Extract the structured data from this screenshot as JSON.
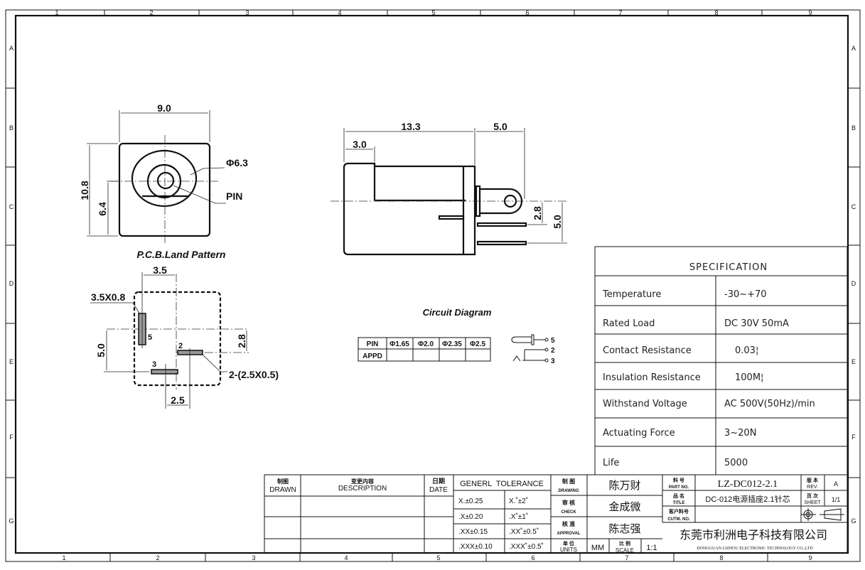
{
  "frame": {
    "zones_top": [
      "1",
      "2",
      "3",
      "4",
      "5",
      "6",
      "7",
      "8",
      "9"
    ],
    "zones_bottom": [
      "1",
      "2",
      "3",
      "4",
      "5",
      "6",
      "7",
      "8",
      "9"
    ],
    "zones_side": [
      "A",
      "B",
      "C",
      "D",
      "E",
      "F",
      "G"
    ]
  },
  "pcb_land_pattern": {
    "caption": "P.C.B.Land Pattern",
    "width_dim": "9.0",
    "height_dim": "10.8",
    "center_dim": "6.4",
    "diameter_label": "Φ6.3",
    "pin_label": "PIN"
  },
  "side_view": {
    "length_dim": "13.3",
    "tab_dim": "5.0",
    "step_dim": "3.0",
    "pin_offset_dim": "2.8",
    "pin_span_dim": "5.0"
  },
  "footprint": {
    "pad_label": "3.5X0.8",
    "pad_pitch_dim": "3.5",
    "vertical_dim": "5.0",
    "offset_dim": "2.8",
    "bottom_dim": "2.5",
    "pads_label": "2-(2.5X0.5)",
    "pins": [
      "5",
      "2",
      "3"
    ]
  },
  "circuit_diagram": {
    "caption": "Circuit Diagram",
    "table": {
      "row_headers": [
        "PIN",
        "APPD"
      ],
      "columns": [
        "Φ1.65",
        "Φ2.0",
        "Φ2.35",
        "Φ2.5"
      ]
    },
    "terminals": [
      "5",
      "2",
      "3"
    ]
  },
  "specification": {
    "title": "SPECIFICATION",
    "rows": [
      {
        "label": "Temperature",
        "value": "-30~+70"
      },
      {
        "label": "Rated Load",
        "value": "DC 30V 50mA"
      },
      {
        "label": "Contact Resistance",
        "value": "0.03¦"
      },
      {
        "label": "Insulation Resistance",
        "value": "100M¦"
      },
      {
        "label": "Withstand Voltage",
        "value": "AC 500V(50Hz)/min"
      },
      {
        "label": "Actuating Force",
        "value": "3~20N"
      },
      {
        "label": "Life",
        "value": "5000"
      }
    ]
  },
  "title_block": {
    "revision_headers": {
      "drawn_cn": "制图",
      "drawn": "DRAWN",
      "desc_cn": "变更内容",
      "desc": "DESCRIPTION",
      "date_cn": "日期",
      "date": "DATE"
    },
    "tolerance_title": "GENERL  TOLERANCE",
    "tolerances": [
      {
        "linear": "X.±0.25",
        "angular": "X.˚±2˚"
      },
      {
        "linear": ".X±0.20",
        "angular": ".X˚±1˚"
      },
      {
        "linear": ".XX±0.15",
        "angular": ".XX˚±0.5˚"
      },
      {
        "linear": ".XXX±0.10",
        "angular": ".XXX˚±0.5˚"
      }
    ],
    "roles": [
      {
        "cn": "制 图",
        "en": "DRAWING",
        "name": "陈万财"
      },
      {
        "cn": "审 核",
        "en": "CHECK",
        "name": "金成微"
      },
      {
        "cn": "核 准",
        "en": "APPROVAL",
        "name": "陈志强"
      }
    ],
    "units_cn": "单 位",
    "units_en": "UNITS",
    "units_value": "MM",
    "scale_cn": "比 例",
    "scale_en": "SCALE",
    "scale_value": "1:1",
    "part_no_cn": "料 号",
    "part_no_en": "PART NO.",
    "part_no": "LZ-DC012-2.1",
    "title_cn": "品 名",
    "title_en": "TITLE",
    "title": "DC-012电源插座2.1针芯",
    "cust_no_cn": "客户料号",
    "cust_no_en": "CUTM. NO.",
    "rev_cn": "版 本",
    "rev_en": "REV.",
    "rev": "A",
    "sheet_cn": "页 次",
    "sheet_en": "SHEET",
    "sheet": "1/1",
    "company_cn": "东莞市利洲电子科技有限公司",
    "company_en": "DONGGUAN LIZHOU ELECTRONIC TECHNOLOGY CO.,LTD"
  }
}
